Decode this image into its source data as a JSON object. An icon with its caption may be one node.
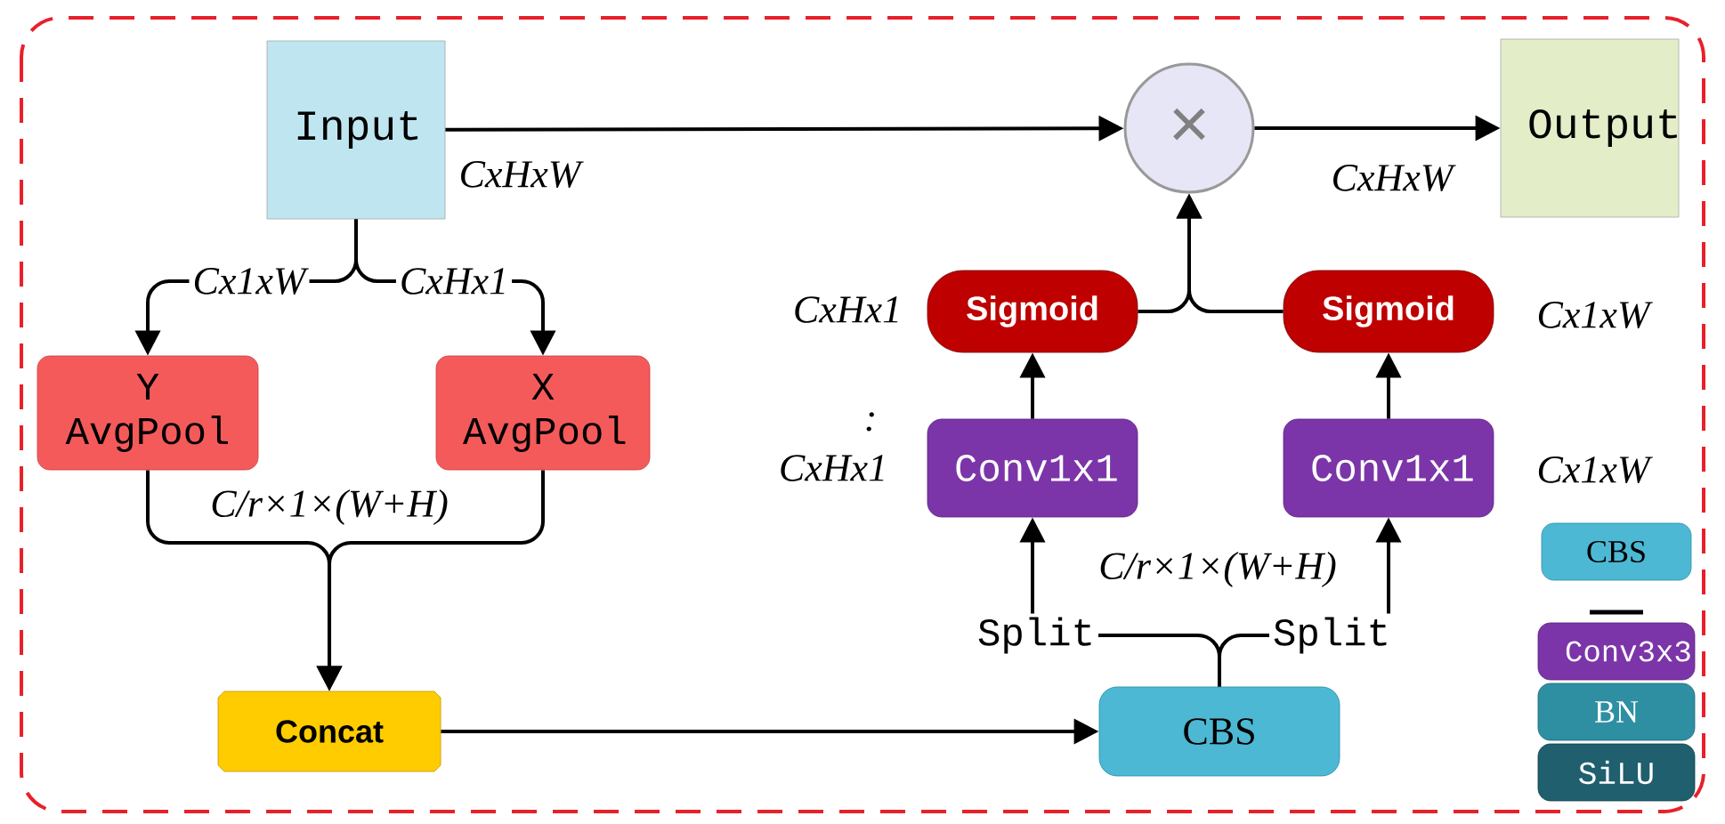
{
  "diagram": {
    "nodes": [
      {
        "text": [
          "Input"
        ]
      },
      {
        "text": [
          "×"
        ]
      },
      {
        "text": [
          "Output"
        ]
      },
      {
        "text": [
          "Y AvgPool"
        ]
      },
      {
        "text": [
          "X AvgPool"
        ]
      },
      {
        "text": [
          "Concat"
        ]
      },
      {
        "text": [
          "CBS"
        ]
      },
      {
        "text": [
          "Conv1x1"
        ]
      },
      {
        "text": [
          "Conv1x1"
        ]
      },
      {
        "text": [
          "Sigmoid"
        ]
      },
      {
        "text": [
          "Sigmoid"
        ]
      },
      {
        "text": [
          "CBS"
        ]
      },
      {
        "text": [
          "Conv3x3"
        ]
      },
      {
        "text": [
          "BN"
        ]
      },
      {
        "text": [
          "SiLU"
        ]
      }
    ],
    "edges": [
      {
        "from": 0,
        "to": 1,
        "arrow": "to"
      },
      {
        "from": 1,
        "to": 2,
        "arrow": "to"
      },
      {
        "from": 0,
        "to": 3,
        "arrow": "to",
        "label": "Cx1xW"
      },
      {
        "from": 0,
        "to": 4,
        "arrow": "to",
        "label": "CxHx1"
      },
      {
        "from": 3,
        "to": 5,
        "arrow": "to",
        "label": "C/r×1×(W+H)"
      },
      {
        "from": 4,
        "to": 5,
        "arrow": "to"
      },
      {
        "from": 5,
        "to": 6,
        "arrow": "to"
      },
      {
        "from": 6,
        "to": 7,
        "arrow": "to",
        "label": "Split"
      },
      {
        "from": 6,
        "to": 8,
        "arrow": "to",
        "label": "Split"
      },
      {
        "from": 7,
        "to": 9,
        "arrow": "to"
      },
      {
        "from": 8,
        "to": 10,
        "arrow": "to"
      },
      {
        "from": 9,
        "to": 1,
        "arrow": "to"
      },
      {
        "from": 10,
        "to": 1,
        "arrow": "to"
      }
    ],
    "labels": [
      "CxHxW",
      "CxHxW",
      "CxHx1",
      "Cx1xW",
      ":",
      "CxHx1",
      "Cx1xW",
      "C/r×1×(W+H)"
    ]
  }
}
